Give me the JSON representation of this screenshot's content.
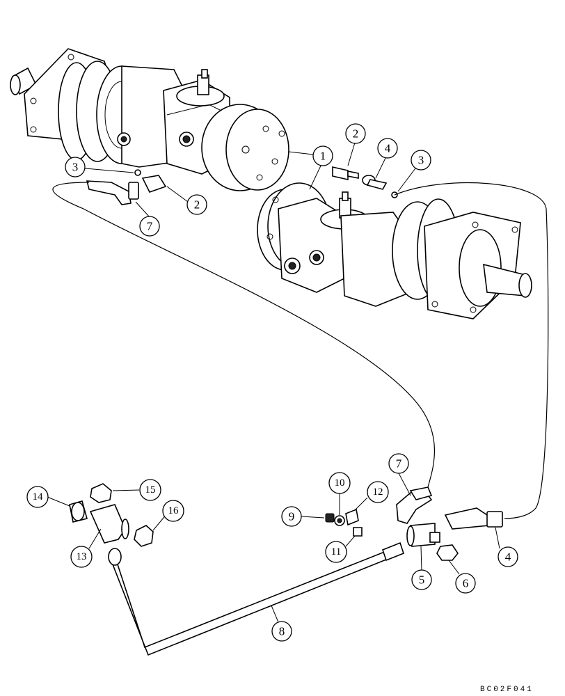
{
  "drawing_code": "BC02F041",
  "callouts": [
    {
      "label": "1"
    },
    {
      "label": "1"
    },
    {
      "label": "2"
    },
    {
      "label": "2"
    },
    {
      "label": "3"
    },
    {
      "label": "3"
    },
    {
      "label": "4"
    },
    {
      "label": "4"
    },
    {
      "label": "5"
    },
    {
      "label": "6"
    },
    {
      "label": "7"
    },
    {
      "label": "7"
    },
    {
      "label": "8"
    },
    {
      "label": "9"
    },
    {
      "label": "10"
    },
    {
      "label": "11"
    },
    {
      "label": "12"
    },
    {
      "label": "13"
    },
    {
      "label": "14"
    },
    {
      "label": "15"
    },
    {
      "label": "16"
    }
  ]
}
